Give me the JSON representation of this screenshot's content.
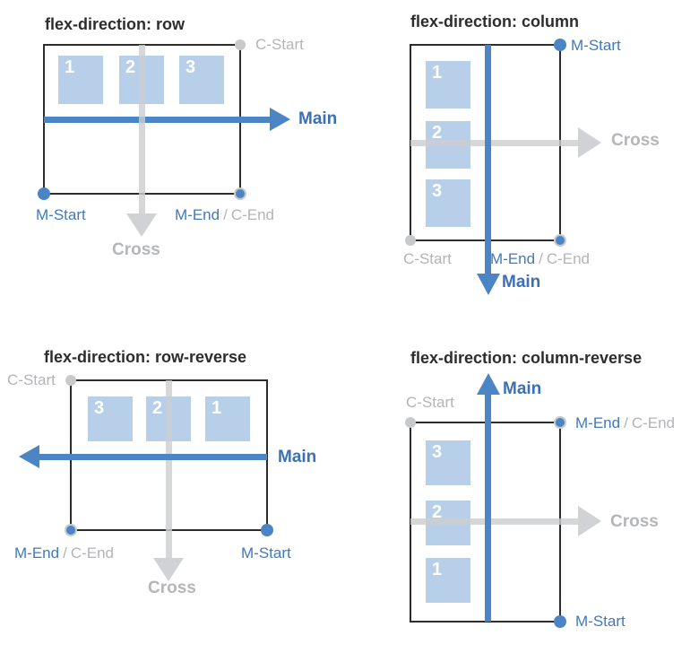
{
  "diagram": {
    "background": "#ffffff",
    "colors": {
      "main_axis_blue": "#4c85c5",
      "flex_item_blue": "#b7cfe9",
      "cross_axis_gray": "#d2d4d7",
      "label_blue": "#4179bd",
      "label_gray": "#b2b4b7",
      "title_dark": "#2d2d2d"
    },
    "quadrants": [
      {
        "id": "row",
        "title": "flex-direction: row",
        "items": [
          "1",
          "2",
          "3"
        ],
        "axes": {
          "main": "Main",
          "cross": "Cross"
        },
        "points": {
          "m_start": "M-Start",
          "m_end": "M-End",
          "c_start": "C-Start",
          "c_end": "C-End",
          "separator": "/"
        }
      },
      {
        "id": "column",
        "title": "flex-direction: column",
        "items": [
          "1",
          "2",
          "3"
        ],
        "axes": {
          "main": "Main",
          "cross": "Cross"
        },
        "points": {
          "m_start": "M-Start",
          "m_end": "M-End",
          "c_start": "C-Start",
          "c_end": "C-End",
          "separator": "/"
        }
      },
      {
        "id": "row-reverse",
        "title": "flex-direction: row-reverse",
        "items": [
          "3",
          "2",
          "1"
        ],
        "axes": {
          "main": "Main",
          "cross": "Cross"
        },
        "points": {
          "m_start": "M-Start",
          "m_end": "M-End",
          "c_start": "C-Start",
          "c_end": "C-End",
          "separator": "/"
        }
      },
      {
        "id": "column-reverse",
        "title": "flex-direction: column-reverse",
        "items": [
          "3",
          "2",
          "1"
        ],
        "axes": {
          "main": "Main",
          "cross": "Cross"
        },
        "points": {
          "m_start": "M-Start",
          "m_end": "M-End",
          "c_start": "C-Start",
          "c_end": "C-End",
          "separator": "/"
        }
      }
    ]
  }
}
